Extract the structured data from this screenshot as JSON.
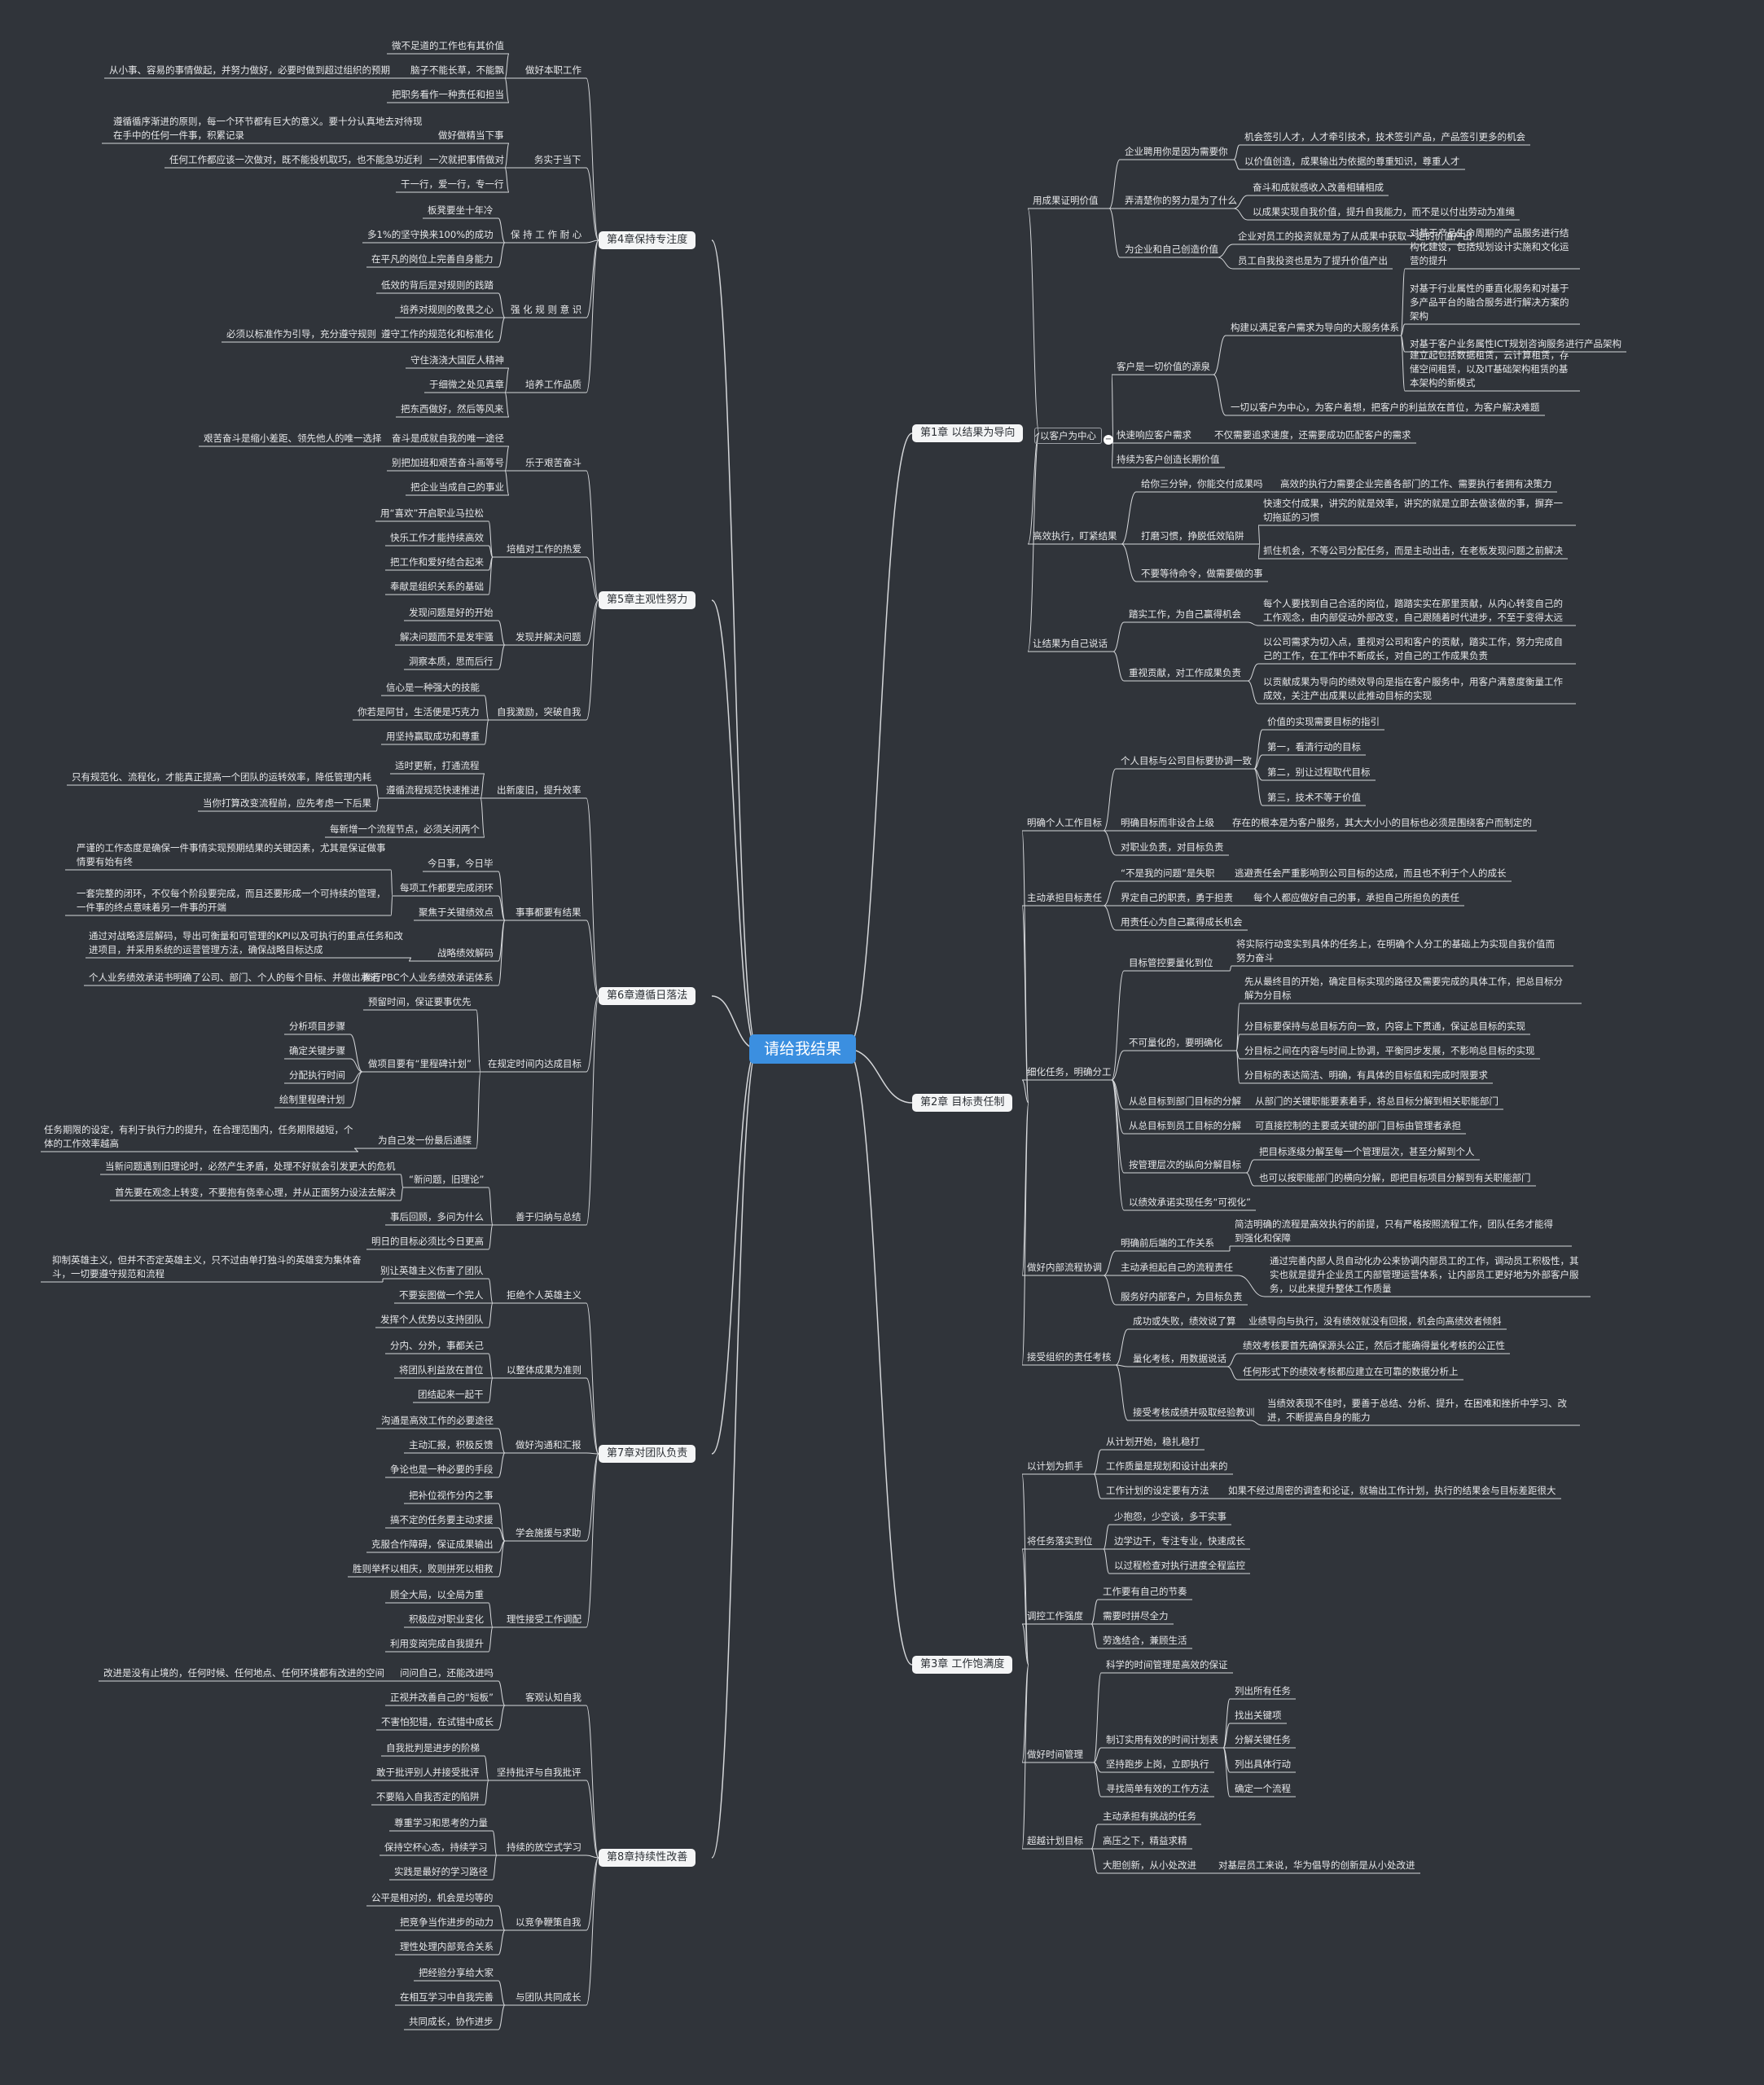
{
  "root": "请给我结果",
  "ch1": {
    "title": "第1章 以结果为导向",
    "a": "用成果证明价值",
    "a1": "企业聘用你是因为需要你",
    "a1a": "机会签引人才，人才牵引技术，技术签引产品，产品签引更多的机会",
    "a1b": "以价值创造，成果输出为依据的尊重知识，尊重人才",
    "a2": "弄清楚你的努力是为了什么",
    "a2a": "奋斗和成就感收入改善相辅相成",
    "a2b": "以成果实现自我价值，提升自我能力，而不是以付出劳动为准绳",
    "a3": "为企业和自己创造价值",
    "a3a": "企业对员工的投资就是为了从成果中获取一定的价值产出",
    "a3b": "员工自我投资也是为了提升价值产出",
    "b": "以客户为中心",
    "b1": "客户是一切价值的源泉",
    "b1a": "构建以满足客户需求为导向的大服务体系",
    "b1a1": "对基于产品生命周期的产品服务进行结构化建设，包括规划设计实施和文化运营的提升",
    "b1a2": "对基于行业属性的垂直化服务和对基于多产品平台的融合服务进行解决方案的架构",
    "b1a3": "对基于客户业务属性ICT规划咨询服务进行产品架构",
    "b1a4": "建立起包括数据租赁，云计算租赁，存储空间租赁，以及IT基础架构租赁的基本架构的新模式",
    "b1b": "一切以客户为中心，为客户着想，把客户的利益放在首位，为客户解决难题",
    "b2": "快速响应客户需求",
    "b2a": "不仅需要追求速度，还需要成功匹配客户的需求",
    "b3": "持续为客户创造长期价值",
    "c": "高效执行，盯紧结果",
    "c1": "给你三分钟，你能交付成果吗",
    "c1a": "高效的执行力需要企业完善各部门的工作、需要执行者拥有决策力",
    "c2": "打磨习惯，挣脱低效陷阱",
    "c2a": "快速交付成果，讲究的就是效率，讲究的就是立即去做该做的事，摒弃一切拖延的习惯",
    "c2b": "抓住机会，不等公司分配任务，而是主动出击，在老板发现问题之前解决",
    "c3": "不要等待命令，做需要做的事",
    "d": "让结果为自己说话",
    "d1": "踏实工作，为自己赢得机会",
    "d1a": "每个人要找到自己合适的岗位，踏踏实实在那里贡献，从内心转变自己的工作观念，由内部促动外部改变，自己跟随着时代进步，不至于变得太远",
    "d2": "重视贡献，对工作成果负责",
    "d2a": "以公司需求为切入点，重视对公司和客户的贡献，踏实工作，努力完成自己的工作，在工作中不断成长，对自己的工作成果负责",
    "d2b": "以贡献成果为导向的绩效导向是指在客户服务中，用客户满意度衡量工作成效，关注产出成果以此推动目标的实现"
  },
  "ch2": {
    "title": "第2章 目标责任制",
    "a": "明确个人工作目标",
    "a1": "个人目标与公司目标要协调一致",
    "a1a": "价值的实现需要目标的指引",
    "a1b": "第一，看清行动的目标",
    "a1c": "第二，别让过程取代目标",
    "a1d": "第三，技术不等于价值",
    "a2": "明确目标而非设合上级",
    "a2a": "存在的根本是为客户服务，其大大小小的目标也必须是围绕客户而制定的",
    "a3": "对职业负责，对目标负责",
    "b": "主动承担目标责任",
    "b1": "“不是我的问题”是失职",
    "b1a": "逃避责任会严重影响到公司目标的达成，而且也不利于个人的成长",
    "b2": "界定自己的职责，勇于担责",
    "b2a": "每个人都应做好自己的事，承担自己所担负的责任",
    "b3": "用责任心为自己赢得成长机会",
    "c": "细化任务，明确分工",
    "c1": "目标管控要量化到位",
    "c1a": "将实际行动变实到具体的任务上，在明确个人分工的基础上为实现自我价值而努力奋斗",
    "c2": "不可量化的，要明确化",
    "c2a": "先从最终目的开始，确定目标实现的路径及需要完成的具体工作，把总目标分解为分目标",
    "c2b": "分目标要保持与总目标方向一致，内容上下贯通，保证总目标的实现",
    "c2c": "分目标之间在内容与时间上协调，平衡同步发展，不影响总目标的实现",
    "c2d": "分目标的表达简洁、明确，有具体的目标值和完成时限要求",
    "c3": "从总目标到部门目标的分解",
    "c3a": "从部门的关键职能要素着手，将总目标分解到相关职能部门",
    "c4": "从总目标到员工目标的分解",
    "c4a": "可直接控制的主要或关键的部门目标由管理者承担",
    "c5": "按管理层次的纵向分解目标",
    "c5a": "把目标逐级分解至每一个管理层次，甚至分解到个人",
    "c5b": "也可以按职能部门的横向分解，即把目标项目分解到有关职能部门",
    "c6": "以绩效承诺实现任务“可视化”",
    "d": "做好内部流程协调",
    "d1": "明确前后端的工作关系",
    "d1a": "简洁明确的流程是高效执行的前提，只有严格按照流程工作，团队任务才能得到强化和保障",
    "d2": "主动承担起自己的流程责任",
    "d2a": "通过完善内部人员自动化办公来协调内部员工的工作，调动员工积极性，其实也就是提升企业员工内部管理运营体系，让内部员工更好地为外部客户服务，以此来提升整体工作质量",
    "d3": "服务好内部客户，为目标负责",
    "e": "接受组织的责任考核",
    "e1": "成功或失败，绩效说了算",
    "e1a": "业绩导向与执行，没有绩效就没有回报，机会向高绩效者倾斜",
    "e2": "量化考核，用数据说话",
    "e2a": "绩效考核要首先确保源头公正，然后才能确得量化考核的公正性",
    "e2b": "任何形式下的绩效考核都应建立在可靠的数据分析上",
    "e3": "接受考核成绩并吸取经验教训",
    "e3a": "当绩效表现不佳时，要善于总结、分析、提升，在困难和挫折中学习、改进，不断提高自身的能力"
  },
  "ch3": {
    "title": "第3章 工作饱满度",
    "a": "以计划为抓手",
    "a1": "从计划开始，稳扎稳打",
    "a2": "工作质量是规划和设计出来的",
    "a3": "工作计划的设定要有方法",
    "a3a": "如果不经过周密的调查和论证，就输出工作计划，执行的结果会与目标差距很大",
    "b": "将任务落实到位",
    "b1": "少抱怨，少空谈，多干实事",
    "b2": "边学边干，专注专业，快速成长",
    "b3": "以过程检查对执行进度全程监控",
    "c": "调控工作强度",
    "c1": "工作要有自己的节奏",
    "c2": "需要时拼尽全力",
    "c3": "劳逸结合，兼顾生活",
    "d": "做好时间管理",
    "d1": "科学的时间管理是高效的保证",
    "d2": "制订实用有效的时间计划表",
    "d2a": "列出所有任务",
    "d2b": "找出关键项",
    "d2c": "分解关键任务",
    "d2d": "列出具体行动",
    "d2e": "确定一个流程",
    "d3": "坚持跑步上岗，立即执行",
    "d4": "寻找简单有效的工作方法",
    "e": "超越计划目标",
    "e1": "主动承担有挑战的任务",
    "e2": "高压之下，精益求精",
    "e3": "大胆创新，从小处改进",
    "e3a": "对基层员工来说，华为倡导的创新是从小处改进"
  },
  "ch4": {
    "title": "第4章保持专注度",
    "a": "做好本职工作",
    "a1": "微不足道的工作也有其价值",
    "a2": "脑子不能长草，不能飘",
    "a2a": "从小事、容易的事情做起，并努力做好，必要时做到超过组织的预期",
    "a3": "把职务看作一种责任和担当",
    "b": "务实于当下",
    "b1": "做好做精当下事",
    "b1a": "遵循循序渐进的原则，每一个环节都有巨大的意义。要十分认真地去对待现在手中的任何一件事，积累记录",
    "b2": "一次就把事情做对",
    "b2a": "任何工作都应该一次做对，既不能投机取巧，也不能急功近利",
    "b3": "干一行，爱一行，专一行",
    "c": "保 持 工 作 耐 心",
    "c1": "板凳要坐十年冷",
    "c2": "多1%的坚守换来100%的成功",
    "c3": "在平凡的岗位上完善自身能力",
    "d": "强 化 规 则 意 识",
    "d1": "低效的背后是对规则的践踏",
    "d2": "培养对规则的敬畏之心",
    "d3": "遵守工作的规范化和标准化",
    "d3a": "必须以标准作为引导，充分遵守规则",
    "e": "培养工作品质",
    "e1": "守住浇浇大国匠人精神",
    "e2": "于细微之处见真章",
    "e3": "把东西做好，然后等风来"
  },
  "ch5": {
    "title": "第5章主观性努力",
    "a": "乐于艰苦奋斗",
    "a1": "奋斗是成就自我的唯一途径",
    "a1a": "艰苦奋斗是缩小差距、领先他人的唯一选择",
    "a2": "别把加班和艰苦奋斗画等号",
    "a3": "把企业当成自己的事业",
    "b": "培植对工作的热爱",
    "b1": "用“喜欢”开启职业马拉松",
    "b2": "快乐工作才能持续高效",
    "b3": "把工作和爱好结合起来",
    "b4": "奉献是组织关系的基础",
    "c": "发现并解决问题",
    "c1": "发现问题是好的开始",
    "c2": "解决问题而不是发牢骚",
    "c3": "洞察本质，思而后行",
    "d": "自我激励，突破自我",
    "d1": "信心是一种强大的技能",
    "d2": "你若是阿甘，生活便是巧克力",
    "d3": "用坚持赢取成功和尊重"
  },
  "ch6": {
    "title": "第6章遵循日落法",
    "a": "出新废旧，提升效率",
    "a1": "适时更新，打通流程",
    "a2": "遵循流程规范快速推进",
    "a2a": "只有规范化、流程化，才能真正提高一个团队的运转效率，降低管理内耗",
    "a2b": "当你打算改变流程前，应先考虑一下后果",
    "a3": "每新增一个流程节点，必须关闭两个",
    "b": "事事都要有结果",
    "b1": "今日事，今日毕",
    "b1a": "严谨的工作态度是确保一件事情实现预期结果的关键因素，尤其是保证做事情要有始有终",
    "b2": "每项工作都要完成闭环",
    "b2a": "一套完整的闭环，不仅每个阶段要完成，而且还要形成一个可持续的管理，一件事的终点意味着另一件事的开端",
    "b3": "聚焦于关键绩效点",
    "b4": "战略绩效解码",
    "b4a": "通过对战略逐层解码，导出可衡量和可管理的KPI以及可执行的重点任务和改进项目，并采用系统的运营管理方法，确保战略目标达成",
    "b5": "推行PBC个人业务绩效承诺体系",
    "b5a": "个人业务绩效承诺书明确了公司、部门、个人的每个目标、并做出承诺",
    "c": "在规定时间内达成目标",
    "c1": "预留时间，保证要事优先",
    "c2": "做项目要有“里程碑计划”",
    "c2a": "分析项目步骤",
    "c2b": "确定关键步骤",
    "c2c": "分配执行时间",
    "c2d": "绘制里程碑计划",
    "c3": "为自己发一份最后通牒",
    "c3a": "任务期限的设定，有利于执行力的提升，在合理范围内，任务期限越短，个体的工作效率越高",
    "d": "善于归纳与总结",
    "d1": "“新问题，旧理论”",
    "d1a": "当新问题遇到旧理论时，必然产生矛盾，处理不好就会引发更大的危机",
    "d1b": "首先要在观念上转变，不要抱有侥幸心理，并从正面努力设法去解决",
    "d2": "事后回顾，多问为什么",
    "d3": "明日的目标必须比今日更高"
  },
  "ch7": {
    "title": "第7章对团队负责",
    "a": "拒绝个人英雄主义",
    "a1": "别让英雄主义伤害了团队",
    "a1a": "抑制英雄主义，但并不否定英雄主义，只不过由单打独斗的英雄变为集体奋斗，一切要遵守规范和流程",
    "a2": "不要妄图做一个完人",
    "a3": "发挥个人优势以支持团队",
    "b": "以整体成果为准则",
    "b1": "分内、分外，事都关己",
    "b2": "将团队利益放在首位",
    "b3": "团结起来一起干",
    "c": "做好沟通和汇报",
    "c1": "沟通是高效工作的必要途径",
    "c2": "主动汇报，积极反馈",
    "c3": "争论也是一种必要的手段",
    "d": "学会施援与求助",
    "d1": "把补位视作分内之事",
    "d2": "搞不定的任务要主动求援",
    "d3": "克服合作障碍，保证成果输出",
    "d4": "胜则举杯以相庆，败则拼死以相救",
    "e": "理性接受工作调配",
    "e1": "顾全大局，以全局为重",
    "e2": "积极应对职业变化",
    "e3": "利用变岗完成自我提升"
  },
  "ch8": {
    "title": "第8章持续性改善",
    "a": "客观认知自我",
    "a1": "问问自己，还能改进吗",
    "a1a": "改进是没有止境的，任何时候、任何地点、任何环境都有改进的空间",
    "a2": "正视并改善自己的“短板”",
    "a3": "不害怕犯错，在试错中成长",
    "b": "坚持批评与自我批评",
    "b1": "自我批判是进步的阶梯",
    "b2": "敢于批评别人并接受批评",
    "b3": "不要陷入自我否定的陷阱",
    "c": "持续的放空式学习",
    "c1": "尊重学习和思考的力量",
    "c2": "保持空杯心态，持续学习",
    "c3": "实践是最好的学习路径",
    "d": "以竞争鞭策自我",
    "d1": "公平是相对的，机会是均等的",
    "d2": "把竞争当作进步的动力",
    "d3": "理性处理内部竞合关系",
    "e": "与团队共同成长",
    "e1": "把经验分享给大家",
    "e2": "在相互学习中自我完善",
    "e3": "共同成长，协作进步"
  },
  "colors": {
    "background": "#30343a",
    "line": "#d5d7da",
    "root": "#3b8fe0",
    "node": "#f4f5f6"
  },
  "icons": {
    "collapse": "minus-circle-icon"
  }
}
